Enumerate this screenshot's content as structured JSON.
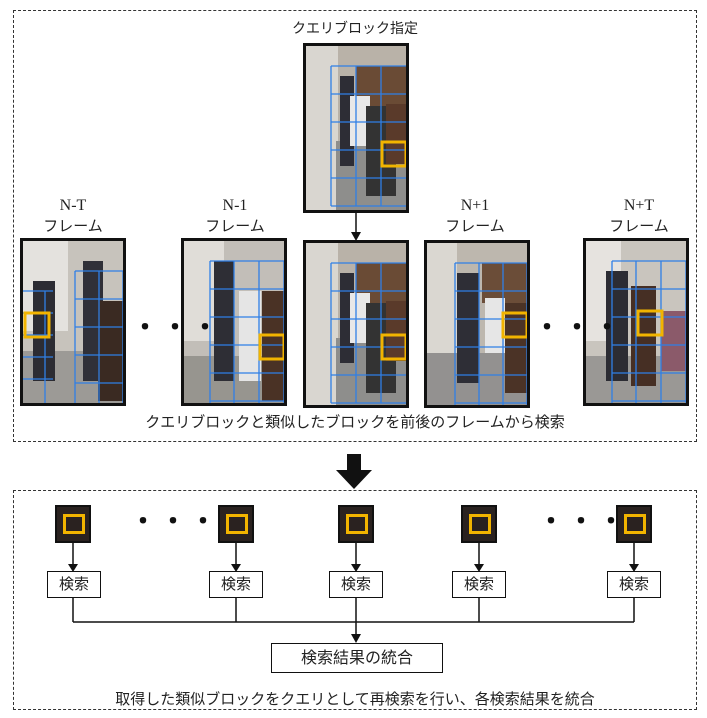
{
  "top_panel": {
    "query_title": "クエリブロック指定",
    "caption": "クエリブロックと類似したブロックを前後のフレームから検索",
    "frames": [
      {
        "line1": "N-T",
        "line2": "フレーム"
      },
      {
        "line1": "N-1",
        "line2": "フレーム"
      },
      {
        "line1": "N+1",
        "line2": "フレーム"
      },
      {
        "line1": "N+T",
        "line2": "フレーム"
      }
    ],
    "ellipsis": "・・・"
  },
  "bottom_panel": {
    "search_label": "検索",
    "merge_label": "検索結果の統合",
    "caption": "取得した類似ブロックをクエリとして再検索を行い、各検索結果を統合",
    "ellipsis": "・・・"
  },
  "colors": {
    "grid": "#2f7fe6",
    "highlight": "#f2b400",
    "arrow": "#111111"
  }
}
